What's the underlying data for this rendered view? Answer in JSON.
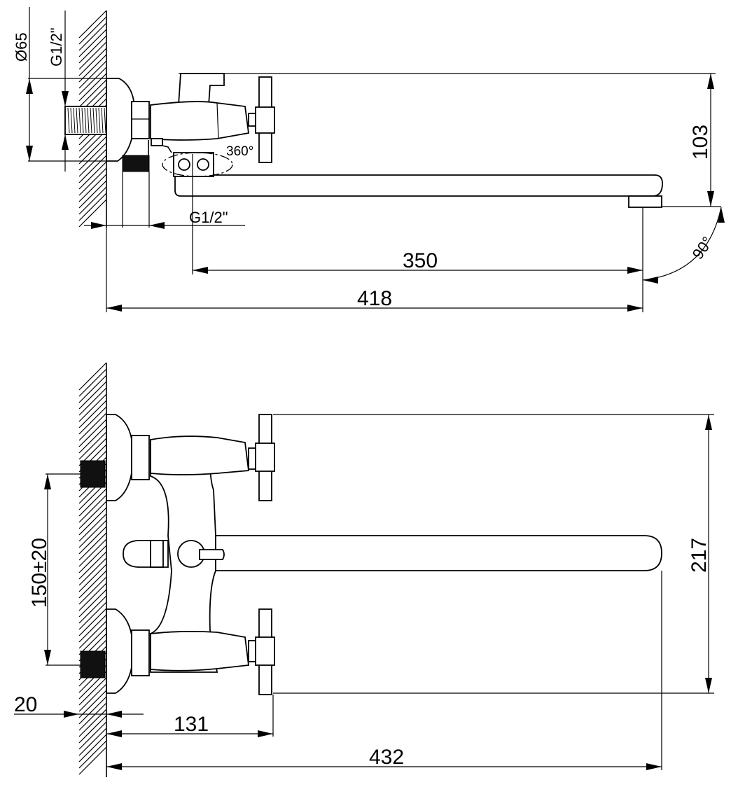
{
  "title": "Wall-mounted bath mixer with long swivel spout – dimension drawing",
  "side_view": {
    "flange_diameter": "Ø65",
    "inlet_thread": "G1/2\"",
    "outlet_thread": "G1/2\"",
    "swivel_angle": "360°",
    "height": "103",
    "spout_angle": "90°",
    "spout_reach": "350",
    "overall_reach": "418"
  },
  "front_view": {
    "inlet_spacing": "150±20",
    "overall_height": "217",
    "wall_offset": "20",
    "handle_projection": "131",
    "overall_length": "432"
  }
}
